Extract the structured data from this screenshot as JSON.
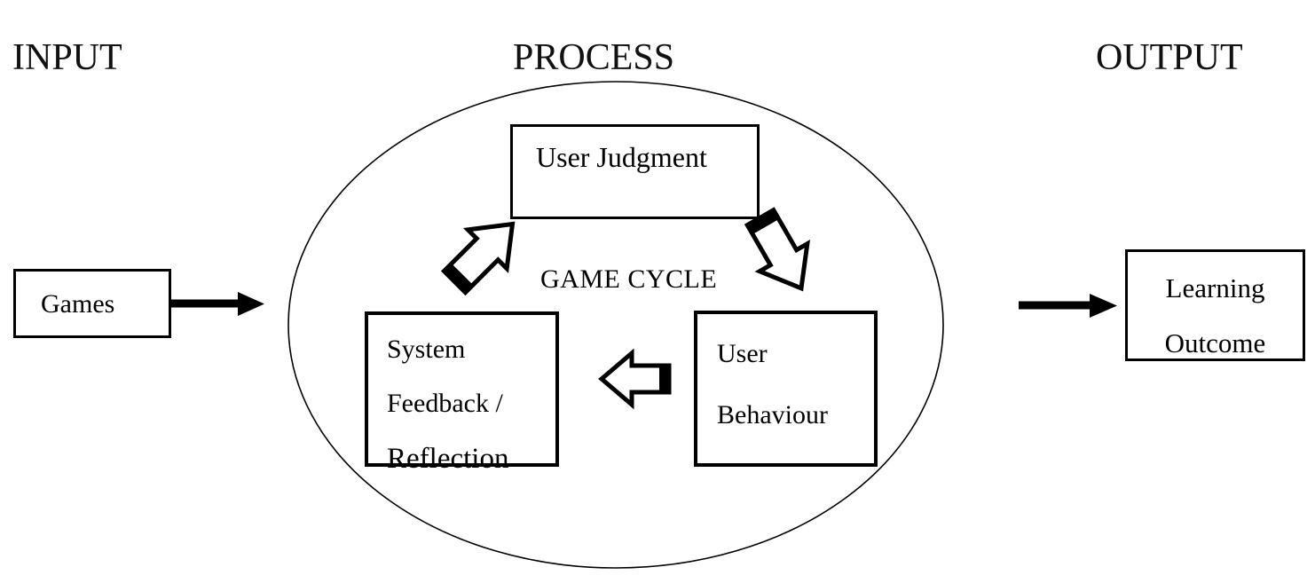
{
  "diagram": {
    "title_sections": {
      "input": "INPUT",
      "process": "PROCESS",
      "output": "OUTPUT"
    },
    "cycle_caption": "GAME CYCLE",
    "nodes": {
      "games": "Games",
      "user_judgment": "User Judgment",
      "system_feedback_line1": "System",
      "system_feedback_line2": "Feedback /",
      "system_feedback_line3": "Reflection",
      "user_behaviour_line1": "User",
      "user_behaviour_line2": "Behaviour",
      "learning_outcome_line1": "Learning",
      "learning_outcome_line2": "Outcome"
    },
    "connectors": {
      "input_arrow": "Games to Process",
      "output_arrow": "Process to Learning Outcome",
      "cycle_arrow_up_right": "System Feedback / Reflection to User Judgment",
      "cycle_arrow_down_right": "User Judgment to User Behaviour",
      "cycle_arrow_left": "User Behaviour to System Feedback / Reflection"
    },
    "colors": {
      "stroke": "#000000",
      "background": "#ffffff",
      "text": "#000000"
    }
  }
}
